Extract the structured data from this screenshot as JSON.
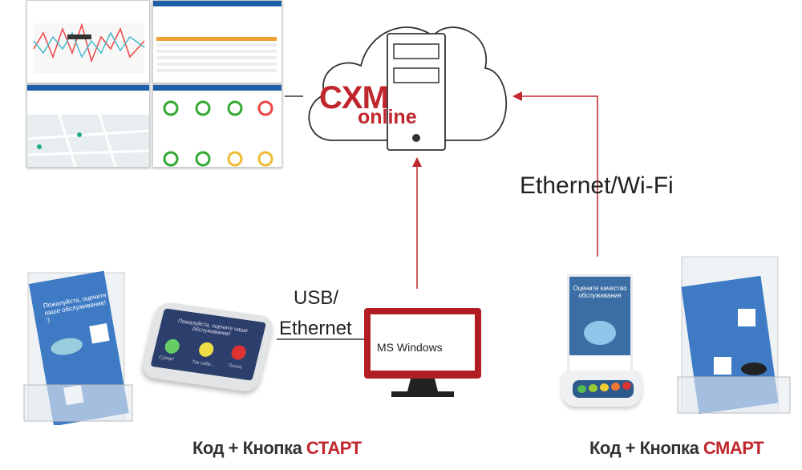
{
  "cloud": {
    "title_line1": "CXM",
    "title_line2": "online"
  },
  "connections": {
    "left_label_line1": "USB/",
    "left_label_line2": "Ethernet",
    "right_label": "Ethernet/Wi-Fi"
  },
  "monitor": {
    "label": "MS Windows"
  },
  "devices": {
    "start": {
      "prefix": "Код + Кнопка ",
      "accent": "СТАРТ",
      "panel_text": "Пожалуйста, оцените наше обслуживание!",
      "buttons": [
        "Супер!",
        "Так себе...",
        "Плохо"
      ]
    },
    "smart": {
      "prefix": "Код + Кнопка ",
      "accent": "СМАРТ",
      "panel_text": "Оцените качество обслуживания"
    }
  },
  "brochure": {
    "text": "Пожалуйста, оцените наше обслуживание! :)"
  },
  "colors": {
    "accent": "#c0272d",
    "brand_blue": "#1d5fa8",
    "leaflet_blue": "#3f7bc4"
  }
}
